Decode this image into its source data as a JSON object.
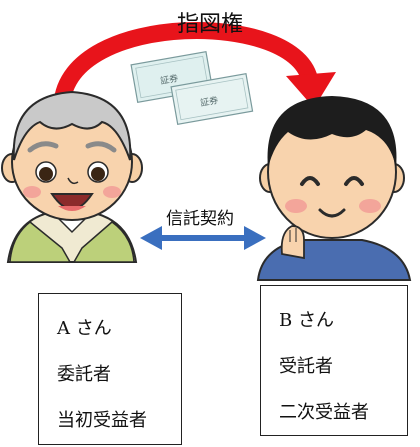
{
  "diagram": {
    "title": "指図権",
    "relation_label": "信託契約",
    "person_a": {
      "name": "A さん",
      "role1": "委託者",
      "role2": "当初受益者"
    },
    "person_b": {
      "name": "B さん",
      "role1": "受託者",
      "role2": "二次受益者"
    },
    "certificate_text": "証券",
    "colors": {
      "arc": "#e8141b",
      "double_arrow": "#3a6fbf",
      "box_border": "#222222"
    }
  }
}
